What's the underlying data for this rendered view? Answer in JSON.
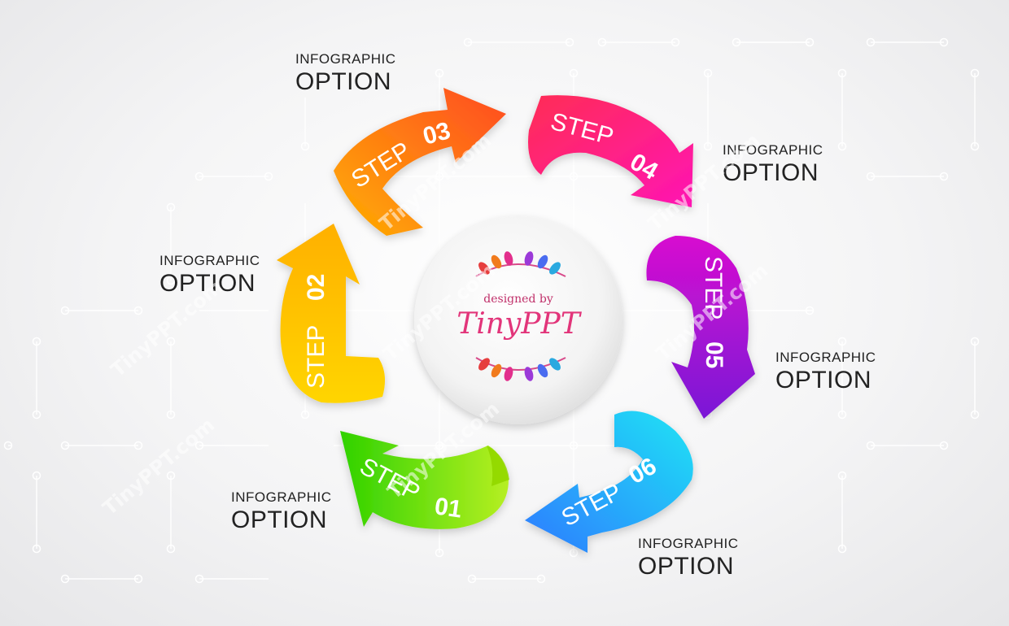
{
  "steps": [
    {
      "label": "STEP",
      "num": "01",
      "color_a": "#2fd200",
      "color_b": "#b6ef22",
      "option_small": "INFOGRAPHIC",
      "option_big": "OPTION"
    },
    {
      "label": "STEP",
      "num": "02",
      "color_a": "#ffd500",
      "color_b": "#ffb000",
      "option_small": "INFOGRAPHIC",
      "option_big": "OPTION"
    },
    {
      "label": "STEP",
      "num": "03",
      "color_a": "#ffb000",
      "color_b": "#ff4a23",
      "option_small": "INFOGRAPHIC",
      "option_big": "OPTION"
    },
    {
      "label": "STEP",
      "num": "04",
      "color_a": "#ff2d55",
      "color_b": "#ff15b4",
      "option_small": "INFOGRAPHIC",
      "option_big": "OPTION"
    },
    {
      "label": "STEP",
      "num": "05",
      "color_a": "#d70fd0",
      "color_b": "#7a18d6",
      "option_small": "INFOGRAPHIC",
      "option_big": "OPTION"
    },
    {
      "label": "STEP",
      "num": "06",
      "color_a": "#2f7bff",
      "color_b": "#1ee3f5",
      "option_small": "INFOGRAPHIC",
      "option_big": "OPTION"
    }
  ],
  "logo": {
    "top_text": "designed by",
    "main_text": "TinyPPT"
  },
  "watermark": "TinyPPT.com"
}
